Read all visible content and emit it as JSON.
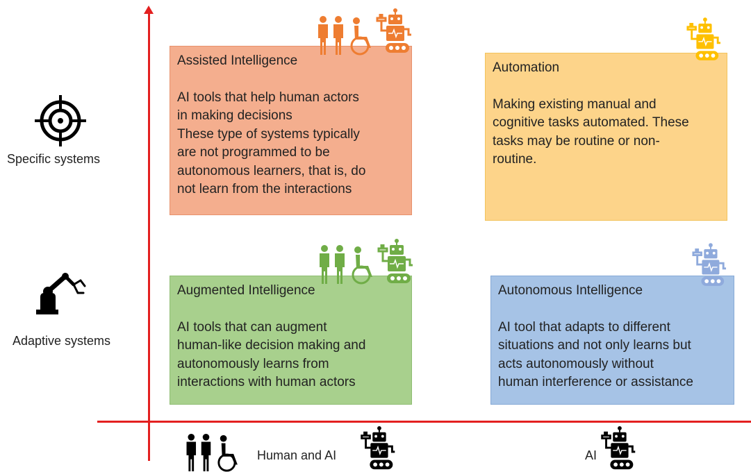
{
  "quadrants": {
    "assisted": {
      "title": "Assisted Intelligence",
      "body": "AI tools that help human actors\nin making decisions\nThese type of systems typically\nare not programmed to be\nautonomous learners, that is, do\nnot learn from the interactions"
    },
    "automation": {
      "title": "Automation",
      "body": "Making existing manual and\ncognitive tasks automated. These\ntasks may be routine or non-\nroutine."
    },
    "augmented": {
      "title": "Augmented Intelligence",
      "body": "AI tools that can augment\nhuman-like decision making and\nautonomously learns from\ninteractions with human actors"
    },
    "autonomous": {
      "title": "Autonomous Intelligence",
      "body": "AI tool that adapts to different\nsituations and not only learns but\nacts autonomously without\nhuman interference or assistance"
    }
  },
  "y_axis": {
    "top_label": "Specific systems",
    "bottom_label": "Adaptive systems"
  },
  "x_axis": {
    "left_label": "Human and AI",
    "right_label": "AI"
  },
  "colors": {
    "axis": "#e32020",
    "assisted": "#f4ae8e",
    "automation": "#fdd48a",
    "augmented": "#a8d08d",
    "autonomous": "#a6c3e6",
    "icon_orange": "#ee7d31",
    "icon_green": "#70ad47",
    "icon_yellow": "#fec000",
    "icon_blue": "#8faadc",
    "icon_black": "#000000"
  },
  "icons": {
    "target": "target-icon",
    "robot_arm": "robot-arm-icon",
    "people_wheelchair": "people-wheelchair-icon",
    "robot": "robot-icon"
  }
}
